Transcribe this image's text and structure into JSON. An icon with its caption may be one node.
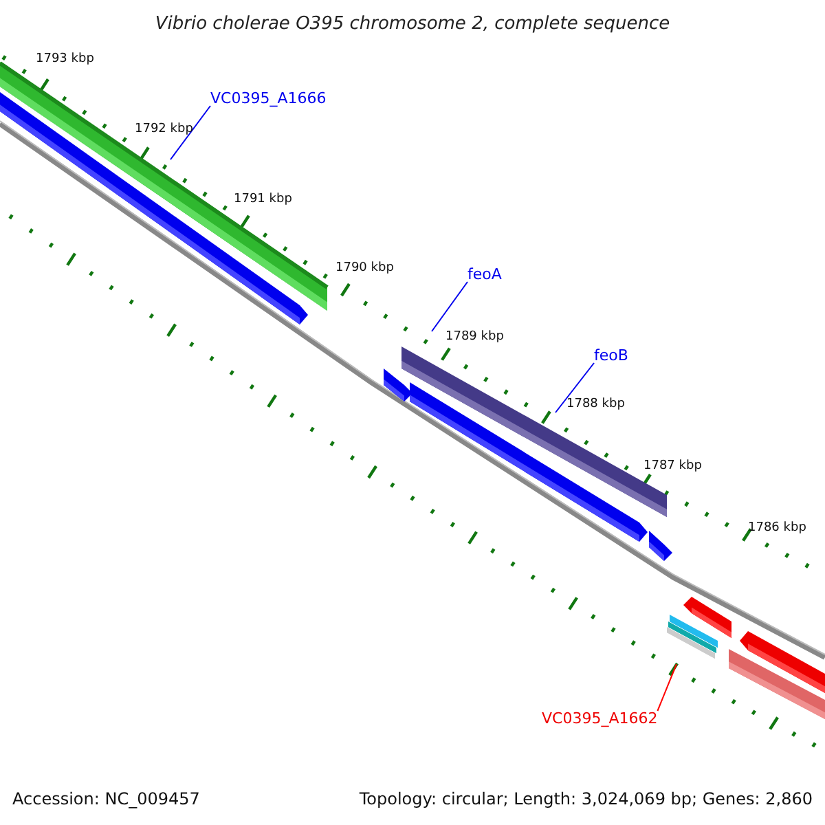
{
  "diagram": {
    "title": "Vibrio cholerae O395 chromosome 2, complete sequence",
    "nodes": [
      {
        "text": [
          "VC0395_A1666"
        ]
      },
      {
        "text": [
          "feoA"
        ]
      },
      {
        "text": [
          "feoB"
        ]
      },
      {
        "text": [
          "VC0395_A1662"
        ]
      }
    ],
    "edges": [
      {
        "from": 0,
        "to": null,
        "arrow": "none"
      },
      {
        "from": 1,
        "to": null,
        "arrow": "none"
      },
      {
        "from": 2,
        "to": null,
        "arrow": "none"
      },
      {
        "from": 3,
        "to": null,
        "arrow": "none",
        "color": "#ff0000"
      }
    ],
    "labels": [
      "1793 kbp",
      "1792 kbp",
      "1791 kbp",
      "1790 kbp",
      "1789 kbp",
      "1788 kbp",
      "1787 kbp",
      "1786 kbp",
      "Accession: NC_009457",
      "Topology: circular; Length: 3,024,069 bp; Genes: 2,860"
    ]
  }
}
